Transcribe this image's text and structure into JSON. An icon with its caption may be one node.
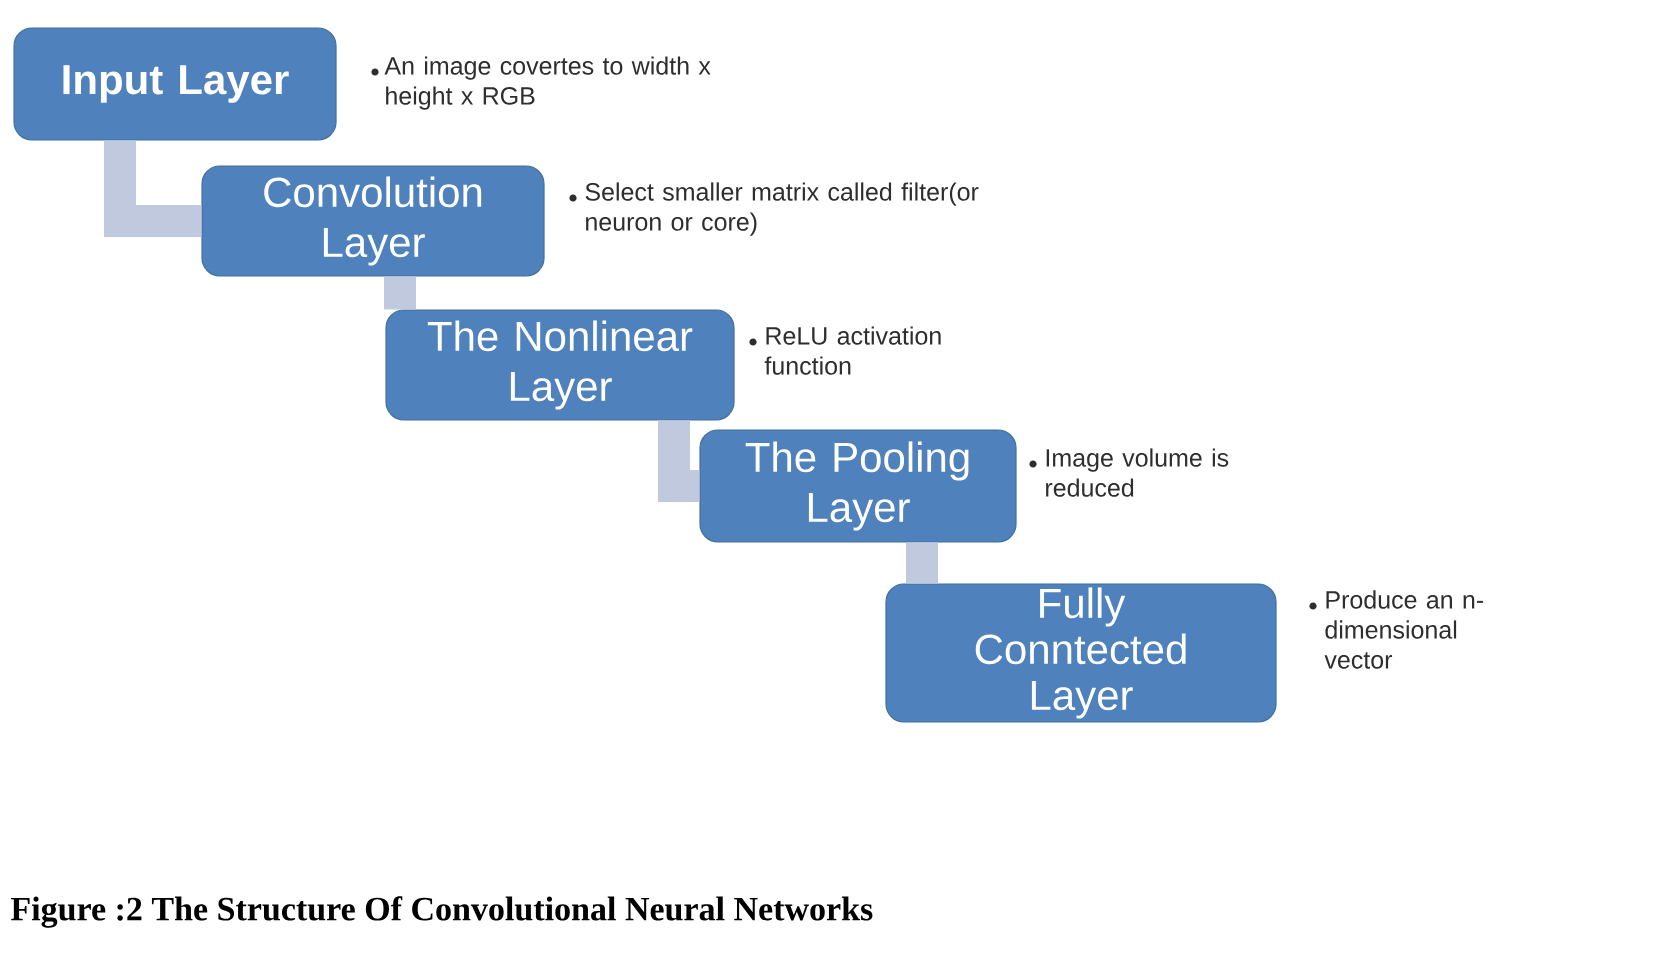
{
  "diagram": {
    "caption": "Figure :2 The Structure Of Convolutional Neural Networks",
    "nodes": [
      {
        "text": [
          "Input Layer"
        ],
        "beside": [
          "An image covertes to width x height x RGB"
        ]
      },
      {
        "text": [
          "Convolution Layer"
        ],
        "beside": [
          "Select smaller matrix called filter(or neuron or core)"
        ]
      },
      {
        "text": [
          "The Nonlinear Layer"
        ],
        "beside": [
          "ReLU activation function"
        ]
      },
      {
        "text": [
          "The Pooling Layer"
        ],
        "beside": [
          "Image volume is reduced"
        ]
      },
      {
        "text": [
          "Fully Conntected Layer"
        ],
        "beside": [
          "Produce an n-dimensional vector"
        ]
      }
    ],
    "edges": [
      {
        "from": 0,
        "to": 1,
        "arrow": "none"
      },
      {
        "from": 1,
        "to": 2,
        "arrow": "none"
      },
      {
        "from": 2,
        "to": 3,
        "arrow": "none"
      },
      {
        "from": 3,
        "to": 4,
        "arrow": "none"
      }
    ]
  }
}
